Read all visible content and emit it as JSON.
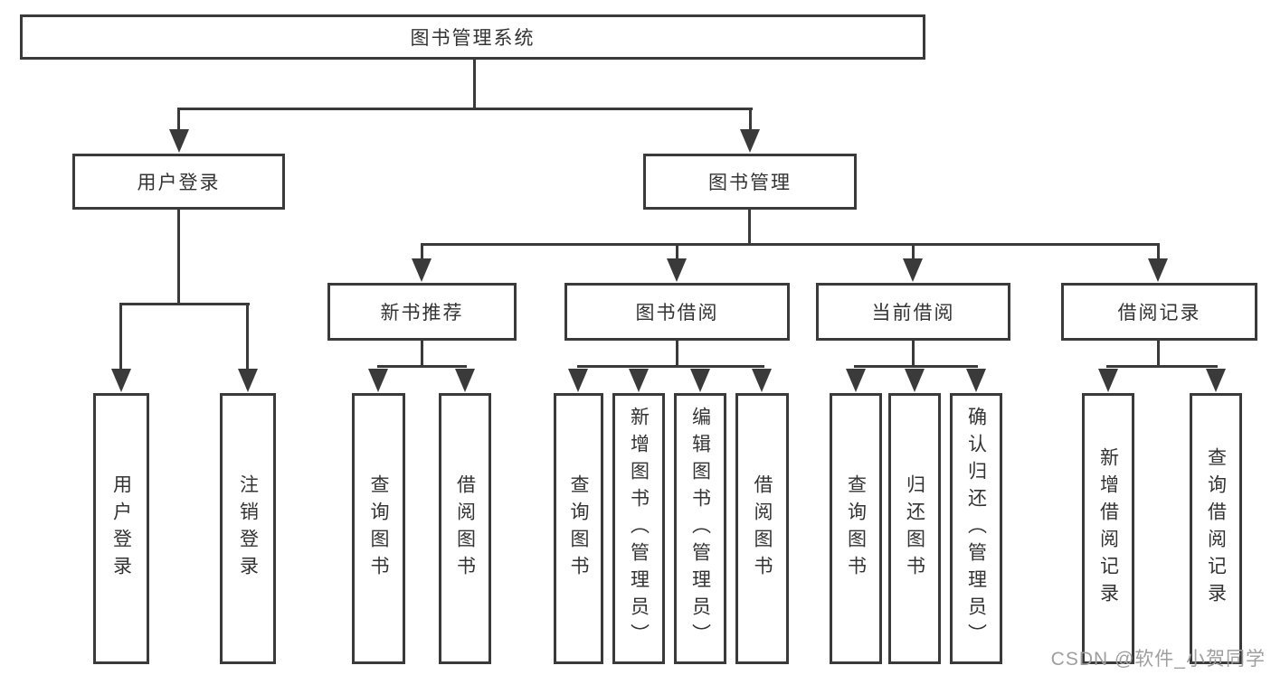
{
  "tree": {
    "label": "图书管理系统",
    "children": [
      {
        "label": "用户登录",
        "children": [
          {
            "label": "用户登录"
          },
          {
            "label": "注销登录"
          }
        ]
      },
      {
        "label": "图书管理",
        "children": [
          {
            "label": "新书推荐",
            "children": [
              {
                "label": "查询图书"
              },
              {
                "label": "借阅图书"
              }
            ]
          },
          {
            "label": "图书借阅",
            "children": [
              {
                "label": "查询图书"
              },
              {
                "label": "新增图书（管理员）"
              },
              {
                "label": "编辑图书（管理员）"
              },
              {
                "label": "借阅图书"
              }
            ]
          },
          {
            "label": "当前借阅",
            "children": [
              {
                "label": "查询图书"
              },
              {
                "label": "归还图书"
              },
              {
                "label": "确认归还（管理员）"
              }
            ]
          },
          {
            "label": "借阅记录",
            "children": [
              {
                "label": "新增借阅记录"
              },
              {
                "label": "查询借阅记录"
              }
            ]
          }
        ]
      }
    ]
  },
  "watermark": "CSDN @软件_小贺同学",
  "colors": {
    "line": "#3a3a3a",
    "text": "#333333",
    "background": "#ffffff",
    "watermark": "#9e9e9e"
  }
}
